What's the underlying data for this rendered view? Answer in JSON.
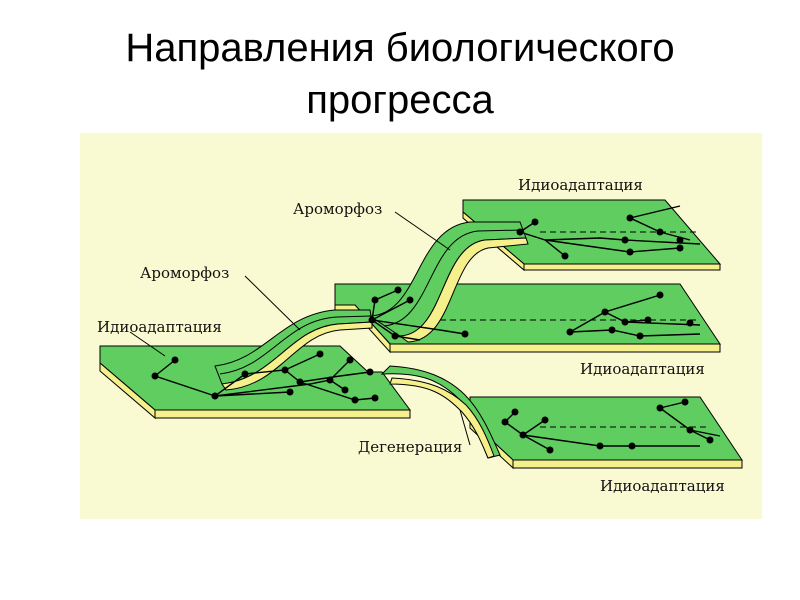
{
  "title": {
    "line1": "Направления биологического",
    "line2": "прогресса"
  },
  "labels": {
    "aromorphosis_upper": "Ароморфоз",
    "aromorphosis_lower": "Ароморфоз",
    "idioadaptation_left": "Идиоадаптация",
    "idioadaptation_top": "Идиоадаптация",
    "idioadaptation_middle": "Идиоадаптация",
    "idioadaptation_bottom": "Идиоадаптация",
    "degeneration": "Дегенерация"
  },
  "colors": {
    "background_panel": "#fafad2",
    "plane_green": "#5fcd5f",
    "plane_edge_yellow": "#f5ef8c",
    "line_dark": "#000000"
  }
}
